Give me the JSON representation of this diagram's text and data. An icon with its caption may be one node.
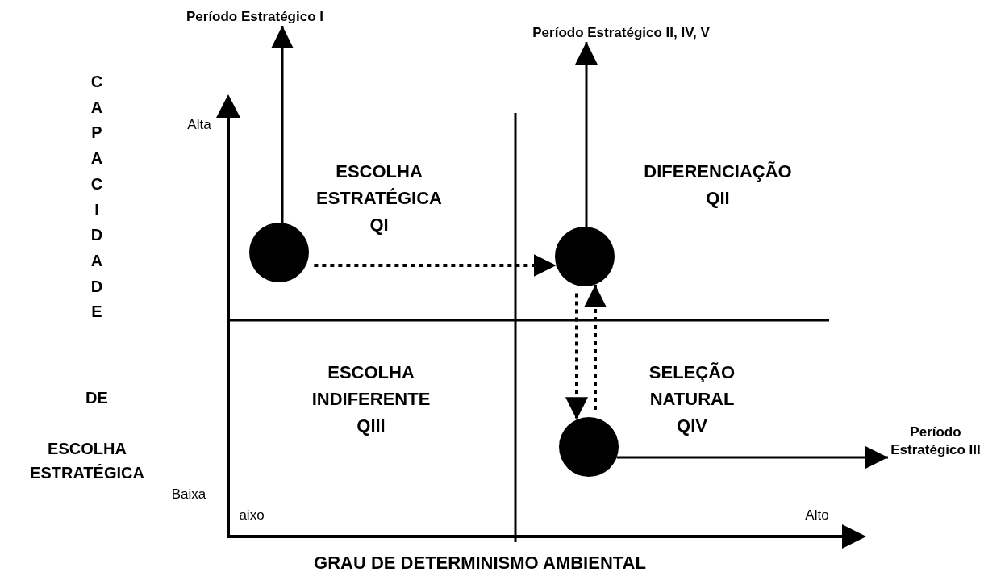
{
  "diagram": {
    "nodes": [
      {
        "text": [],
        "shape": "circle"
      },
      {
        "text": [],
        "shape": "circle"
      },
      {
        "text": [],
        "shape": "circle"
      },
      {
        "text": [
          "Período Estratégico I"
        ]
      },
      {
        "text": [
          "Período Estratégico II, IV, V"
        ]
      },
      {
        "text": [
          "Período Estratégico III"
        ]
      }
    ],
    "edges": [
      {
        "from": 0,
        "to": 3,
        "arrow": "to"
      },
      {
        "from": 0,
        "to": 1,
        "arrow": "to",
        "style": "dashed"
      },
      {
        "from": 1,
        "to": 4,
        "arrow": "to"
      },
      {
        "from": 1,
        "to": 2,
        "arrow": "to",
        "style": "dashed"
      },
      {
        "from": 2,
        "to": 1,
        "arrow": "to",
        "style": "dashed"
      },
      {
        "from": 2,
        "to": 5,
        "arrow": "to"
      }
    ],
    "labels": [
      "CAPACIDADE",
      "Alta",
      "ESCOLHA ESTRATÉGICA QI",
      "DIFERENCIAÇÃO QII",
      "DE",
      "ESCOLHA INDIFERENTE QIII",
      "SELEÇÃO NATURAL QIV",
      "ESCOLHA ESTRATÉGICA",
      "Baixa",
      "aixo",
      "Alto",
      "GRAU DE DETERMINISMO AMBIENTAL"
    ]
  }
}
